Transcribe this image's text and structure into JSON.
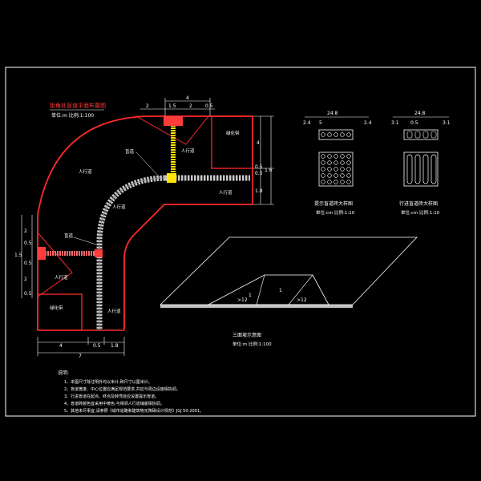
{
  "drawing": {
    "plan": {
      "title": "街角处盲道平面布置图",
      "scale": "单位:m 比例:1:100",
      "labels": {
        "sidewalk_1": "人行道",
        "sidewalk_2": "人行道",
        "sidewalk_3": "人行道",
        "sidewalk_4": "人行道",
        "sidewalk_5": "人行道",
        "sidewalk_6": "人行道",
        "green_1": "绿化带",
        "green_2": "绿化带",
        "blind_path_1": "盲道",
        "blind_path_2": "盲道"
      },
      "dims": {
        "top_4": "4",
        "top_2": "2",
        "top_1_5": "1.5",
        "top_2b": "2",
        "top_0_5": "0.5",
        "right_4": "4",
        "right_0_5": "0.5",
        "right_0_5b": "0.5",
        "right_1_6": "1.6",
        "right_1_8": "1.8",
        "left_2": "2",
        "left_0_5": "0.5",
        "left_1_5": "1.5",
        "left_0_5b": "0.5",
        "left_2b": "2",
        "left_0_5c": "0.5",
        "bottom_4": "4",
        "bottom_1_8": "1.8",
        "bottom_0_5": "0.5",
        "bottom_7": "7"
      }
    },
    "stop_tile": {
      "title": "提示盲道砖大样图",
      "scale": "单位:cm 比例:1:10",
      "dims": {
        "width": "24.8",
        "a": "2.4",
        "b": "5",
        "c": "2.4"
      }
    },
    "guide_tile": {
      "title": "行进盲道砖大样图",
      "scale": "单位:cm 比例:1:10",
      "dims": {
        "width": "24.8",
        "a": "3.1",
        "b": "0.5",
        "c": "3.1"
      }
    },
    "slope": {
      "title": "三面坡示意图",
      "scale": "单位:m 比例:1:100",
      "labels": {
        "left": ">12",
        "right": ">12",
        "one_a": "1",
        "one_b": "1"
      }
    },
    "notes": {
      "heading": "说明:",
      "items": [
        "1、本图尺寸除注明外均以米计,砖尺寸以厘米计。",
        "2、盲道宽度、中心位置应满足规范要求,并应与周边设施相协调。",
        "3、行进盲道在起点、终点及转弯处应设置提示盲道。",
        "4、盲道砖颜色宜采用中黄色,与相邻人行道铺装相协调。",
        "5、其他未尽事宜,请参照《城市道路和建筑物无障碍设计规范》JGJ 50-2001。"
      ]
    }
  }
}
